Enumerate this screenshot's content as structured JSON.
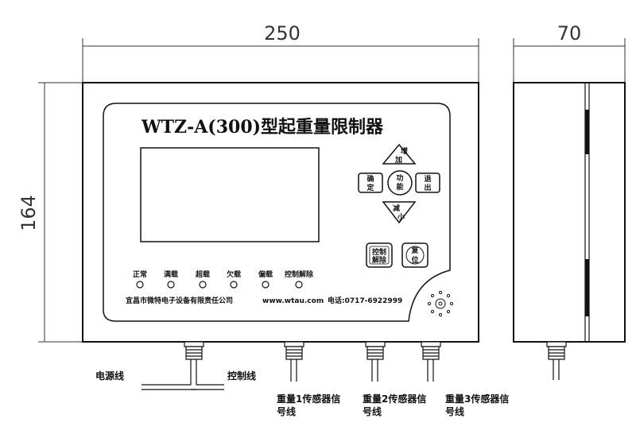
{
  "dimensions": {
    "width": "250",
    "depth": "70",
    "height": "164"
  },
  "front_panel": {
    "title": "WTZ-A(300)型起重量限制器",
    "buttons": {
      "up": "增加",
      "down": "减小",
      "confirm": "确定",
      "function": "功能",
      "exit": "退出",
      "control_release": "控制解除",
      "reset": "复位"
    },
    "indicators": [
      "正常",
      "满载",
      "超载",
      "欠载",
      "偏载",
      "控制解除"
    ],
    "footer": {
      "company": "宜昌市微特电子设备有限责任公司",
      "website": "www.wtau.com",
      "phone": "电话:0717-6922999"
    }
  },
  "cables": {
    "power": "电源线",
    "control": "控制线",
    "sensor1_a": "重量1传感器信",
    "sensor1_b": "号线",
    "sensor2_a": "重量2传感器信",
    "sensor2_b": "号线",
    "sensor3_a": "重量3传感器信",
    "sensor3_b": "号线"
  }
}
